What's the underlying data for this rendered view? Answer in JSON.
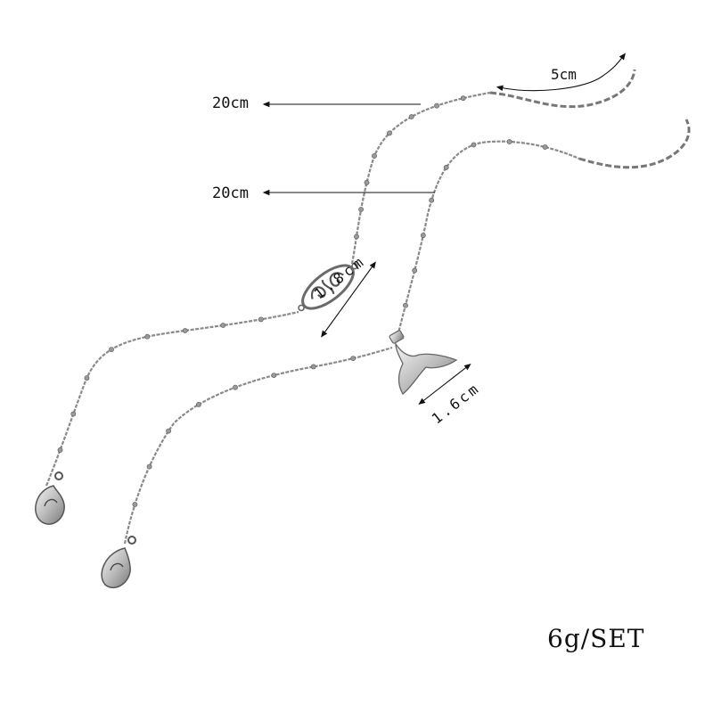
{
  "labels": {
    "length_1": "20cm",
    "length_2": "20cm",
    "extender": "5cm",
    "charm_filigree": "1.8cm",
    "charm_tail": "1.6cm",
    "weight": "6g/SET"
  },
  "colors": {
    "background": "#ffffff",
    "chain": "#8a8a8a",
    "chain_dark": "#4a4a4a",
    "metal_light": "#e6e6e6",
    "annotation": "#111111"
  },
  "items": [
    {
      "name": "anklet-filigree",
      "charm": "filigree-connector",
      "clasp": "lobster-clasp"
    },
    {
      "name": "anklet-whale-tail",
      "charm": "whale-tail-charm",
      "clasp": "lobster-clasp"
    }
  ]
}
